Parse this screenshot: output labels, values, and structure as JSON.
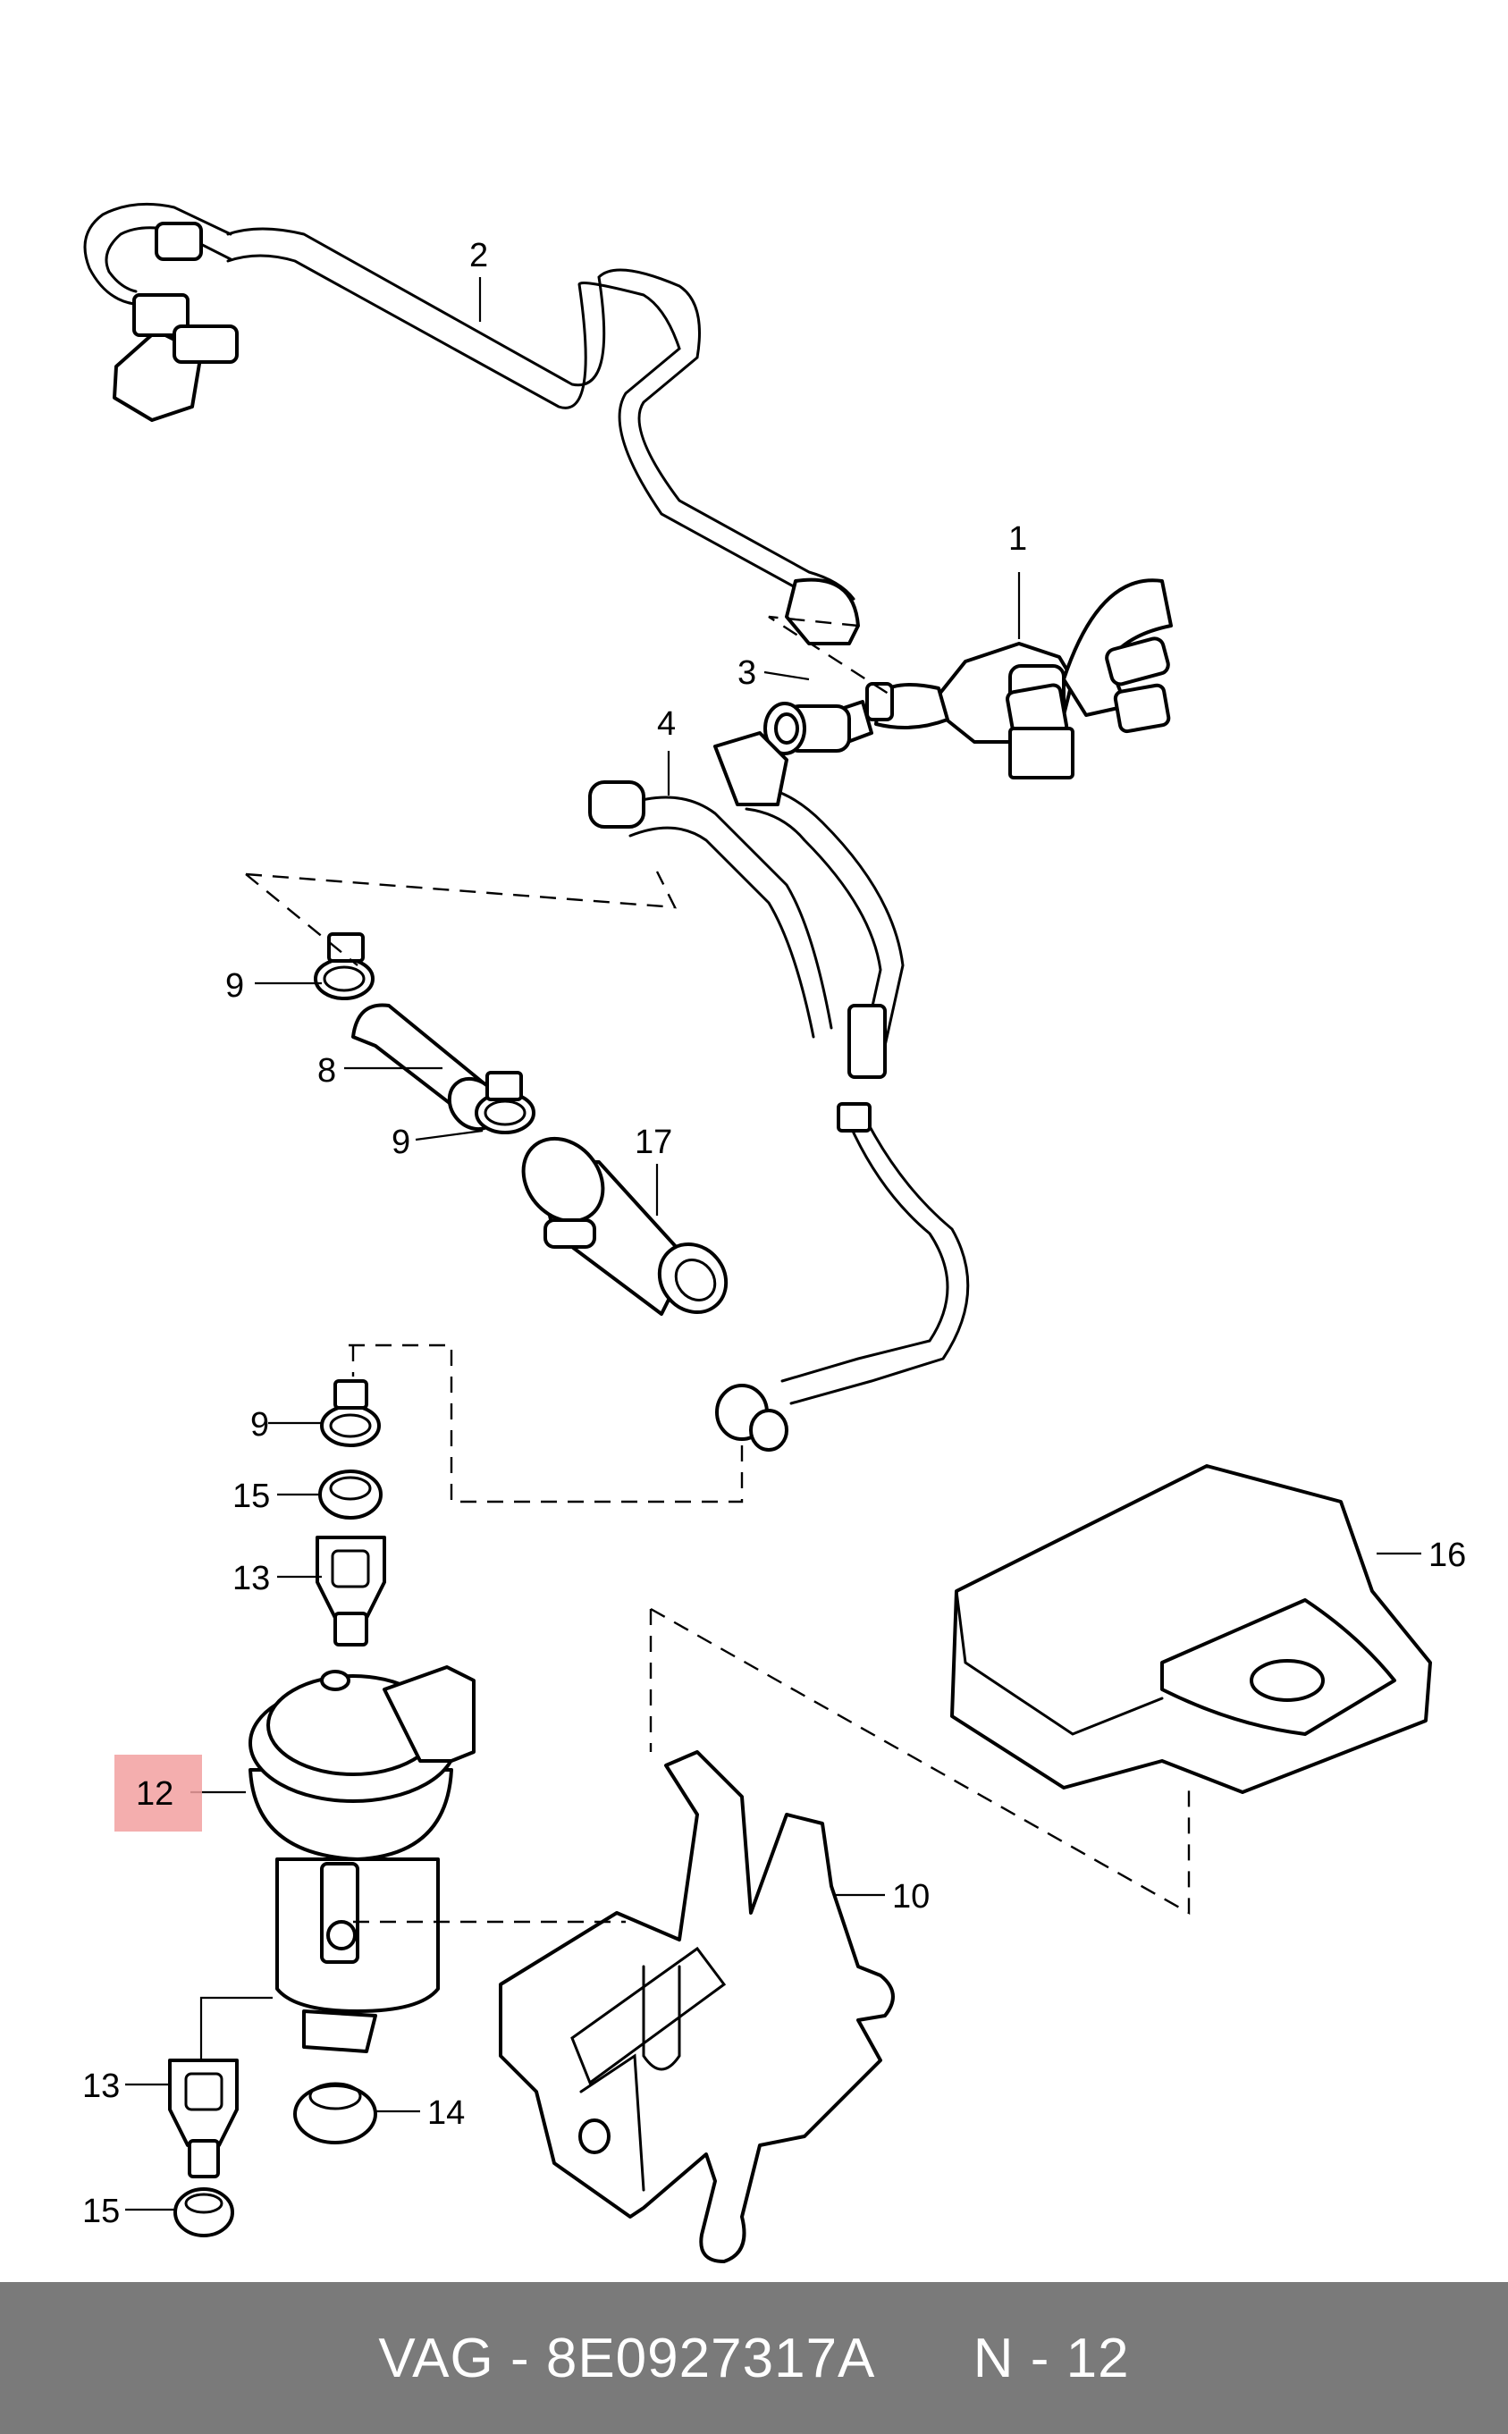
{
  "callouts": {
    "c1": "1",
    "c2": "2",
    "c3": "3",
    "c4": "4",
    "c8": "8",
    "c9a": "9",
    "c9b": "9",
    "c9c": "9",
    "c10": "10",
    "c12": "12",
    "c13a": "13",
    "c13b": "13",
    "c14": "14",
    "c15a": "15",
    "c15b": "15",
    "c16": "16",
    "c17": "17"
  },
  "highlight": {
    "part": "12",
    "color": "#f2a0a0"
  },
  "footer": {
    "brand": "VAG",
    "part_number": "8E0927317A",
    "position": "N - 12",
    "background": "#7a7a7a"
  }
}
